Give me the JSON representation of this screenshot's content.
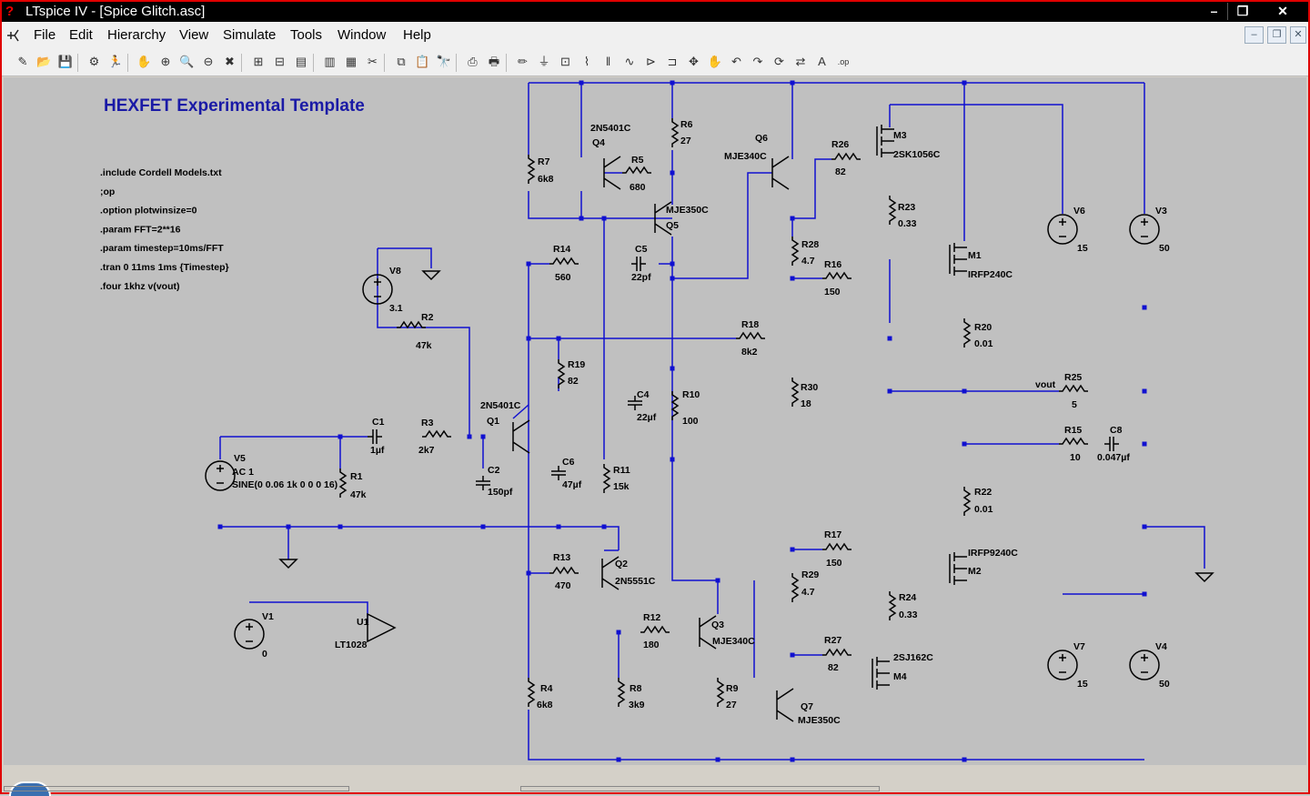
{
  "window": {
    "title": "LTspice IV - [Spice Glitch.asc]"
  },
  "menu": {
    "items": [
      "File",
      "Edit",
      "Hierarchy",
      "View",
      "Simulate",
      "Tools",
      "Window",
      "Help"
    ]
  },
  "colors": {
    "wire": "#1010d0",
    "title_text": "#1a1aa6",
    "canvas": "#c0c0c0",
    "window_border": "#e00000"
  },
  "toolbar": {
    "icons": [
      "new-schematic-icon",
      "open-icon",
      "save-icon",
      "control-panel-icon",
      "run-icon",
      "halt-icon",
      "zoom-in-icon",
      "pan-icon",
      "zoom-out-icon",
      "zoom-cancel-icon",
      "autoscale-icon",
      "zoom-fit-icon",
      "tile-horizontal-icon",
      "cascade-icon",
      "tile-vertical-icon",
      "cut-icon",
      "copy-icon",
      "paste-icon",
      "find-icon",
      "print-setup-icon",
      "print-icon",
      "draw-wire-icon",
      "ground-icon",
      "label-net-icon",
      "resistor-icon",
      "capacitor-icon",
      "inductor-icon",
      "diode-icon",
      "component-icon",
      "move-icon",
      "drag-icon",
      "undo-icon",
      "redo-icon",
      "rotate-icon",
      "mirror-icon",
      "text-icon",
      "spice-directive-icon"
    ]
  },
  "schematic": {
    "title": "HEXFET Experimental Template",
    "directives": [
      ".include Cordell Models.txt",
      ";op",
      ".option plotwinsize=0",
      ".param FFT=2**16",
      ".param timestep=10ms/FFT",
      ".tran 0 11ms 1ms {Timestep}",
      ".four 1khz v(vout)"
    ],
    "labels": {
      "R7": [
        "R7",
        "6k8"
      ],
      "R5": [
        "R5",
        "680"
      ],
      "R6": [
        "R6",
        "27"
      ],
      "Q4": [
        "2N5401C",
        "Q4"
      ],
      "Q5": [
        "MJE350C",
        "Q5"
      ],
      "Q6": [
        "Q6",
        "MJE340C"
      ],
      "R26": [
        "R26",
        "82"
      ],
      "M3": [
        "M3",
        "2SK1056C"
      ],
      "R23": [
        "R23",
        "0.33"
      ],
      "V6": [
        "V6",
        "15"
      ],
      "V3": [
        "V3",
        "50"
      ],
      "R28": [
        "R28",
        "4.7"
      ],
      "R16": [
        "R16",
        "150"
      ],
      "M1": [
        "M1",
        "IRFP240C"
      ],
      "R14": [
        "R14",
        "560"
      ],
      "C5": [
        "C5",
        "22pf"
      ],
      "V8": [
        "V8",
        "3.1"
      ],
      "R2": [
        "R2",
        "47k"
      ],
      "R18": [
        "R18",
        "8k2"
      ],
      "R20": [
        "R20",
        "0.01"
      ],
      "R19": [
        "R19",
        "82"
      ],
      "vout": "vout",
      "R25": [
        "R25",
        "5"
      ],
      "Q1": [
        "2N5401C",
        "Q1"
      ],
      "C4": [
        "C4",
        "22µf"
      ],
      "R10": [
        "R10",
        "100"
      ],
      "R30": [
        "R30",
        "18"
      ],
      "C1": [
        "C1",
        "1µf"
      ],
      "R3": [
        "R3",
        "2k7"
      ],
      "R15": [
        "R15",
        "10"
      ],
      "C8": [
        "C8",
        "0.047µf"
      ],
      "V5": [
        "V5",
        "AC 1",
        "SINE(0 0.06 1k 0 0 0 16)"
      ],
      "R1": [
        "R1",
        "47k"
      ],
      "C2": [
        "C2",
        "150pf"
      ],
      "C6": [
        "C6",
        "47µf"
      ],
      "R11": [
        "R11",
        "15k"
      ],
      "R22": [
        "R22",
        "0.01"
      ],
      "R13": [
        "R13",
        "470"
      ],
      "Q2": [
        "Q2",
        "2N5551C"
      ],
      "R17": [
        "R17",
        "150"
      ],
      "M2": [
        "IRFP9240C",
        "M2"
      ],
      "R29": [
        "R29",
        "4.7"
      ],
      "R24": [
        "R24",
        "0.33"
      ],
      "V1": [
        "V1",
        "0"
      ],
      "U1": [
        "U1",
        "LT1028"
      ],
      "R12": [
        "R12",
        "180"
      ],
      "Q3": [
        "Q3",
        "MJE340C"
      ],
      "R27": [
        "R27",
        "82"
      ],
      "M4": [
        "2SJ162C",
        "M4"
      ],
      "V7": [
        "V7",
        "15"
      ],
      "V4": [
        "V4",
        "50"
      ],
      "R4": [
        "R4",
        "6k8"
      ],
      "R8": [
        "R8",
        "3k9"
      ],
      "R9": [
        "R9",
        "27"
      ],
      "Q7": [
        "Q7",
        "MJE350C"
      ]
    }
  }
}
